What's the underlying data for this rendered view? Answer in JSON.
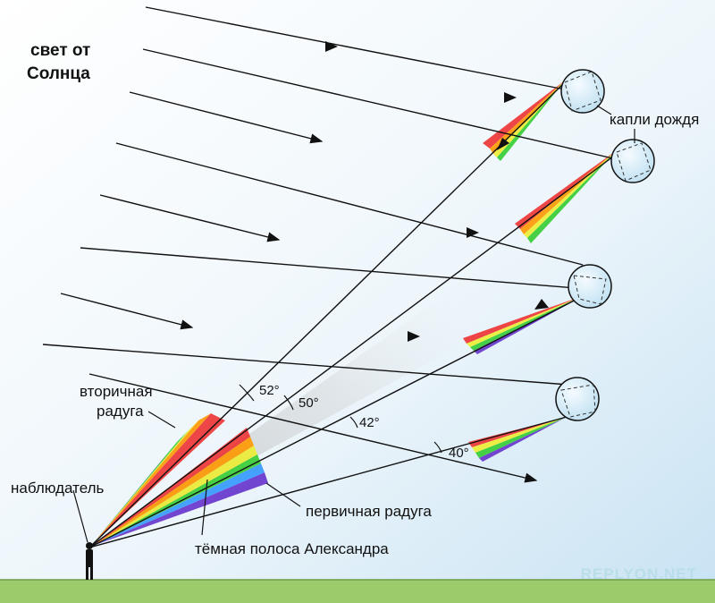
{
  "labels": {
    "sunlight": [
      "свет от",
      "Солнца"
    ],
    "raindrops": "капли дождя",
    "secondary_rainbow": [
      "вторичная",
      "радуга"
    ],
    "observer": "наблюдатель",
    "primary_rainbow": "первичная радуга",
    "alexander_band": "тёмная полоса Александра"
  },
  "angles": {
    "a52": "52°",
    "a50": "50°",
    "a42": "42°",
    "a40": "40°"
  },
  "watermark": "REPLYON.NET",
  "colors": {
    "sky_top": "#ffffff",
    "sky_bottom": "#cfe6f4",
    "ground": "#9ccb6c",
    "line": "#111111",
    "drop": "#d9eef8"
  }
}
